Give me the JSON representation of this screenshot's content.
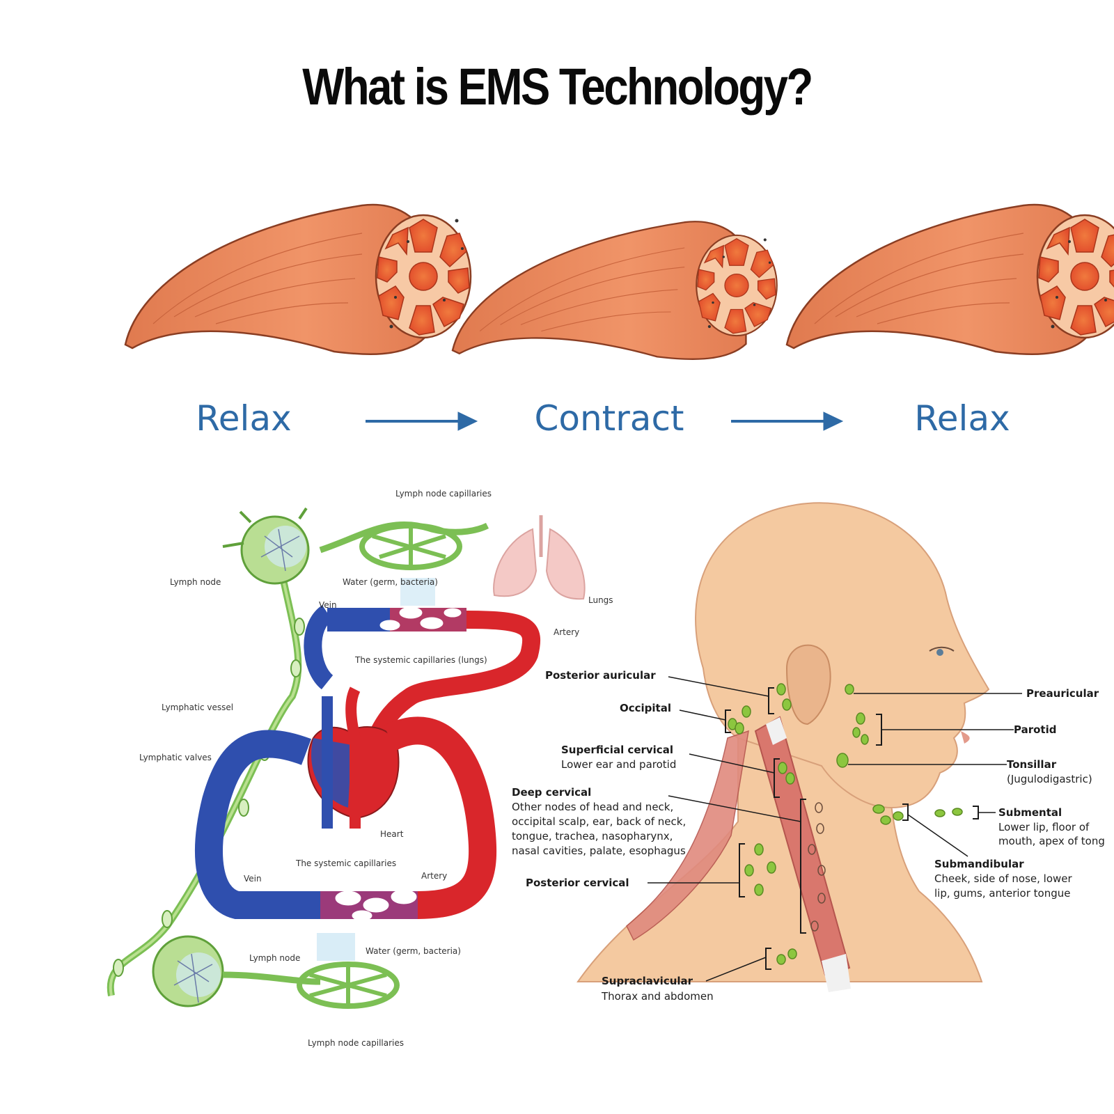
{
  "title": "What is EMS Technology?",
  "stages": [
    {
      "label": "Relax"
    },
    {
      "label": "Contract"
    },
    {
      "label": "Relax"
    }
  ],
  "colors": {
    "muscle": "#e98a5f",
    "muscle_light": "#f3a57e",
    "fiber": "#e8592f",
    "arrow": "#2e6aa6",
    "lymph_green": "#7cbf54",
    "vein_blue": "#2f4fae",
    "artery_red": "#d9262b",
    "node_green": "#8cc63f",
    "skin": "#f4c9a0"
  },
  "circulation": {
    "lymph_node_capillaries_top": "Lymph node capillaries",
    "lymph_node_top": "Lymph node",
    "water_top": "Water (germ, bacteria)",
    "vein_top": "Vein",
    "lungs": "Lungs",
    "artery_top": "Artery",
    "systemic_capillaries_lungs": "The systemic capillaries (lungs)",
    "lymphatic_vessel": "Lymphatic vessel",
    "lymphatic_valves": "Lymphatic valves",
    "heart": "Heart",
    "systemic_capillaries": "The systemic capillaries",
    "vein_bottom": "Vein",
    "artery_bottom": "Artery",
    "lymph_node_bottom": "Lymph node",
    "water_bottom": "Water (germ, bacteria)",
    "lymph_node_capillaries_bottom": "Lymph node capillaries"
  },
  "head_nodes": {
    "posterior_auricular": "Posterior auricular",
    "occipital": "Occipital",
    "superficial_cervical": "Superficial cervical",
    "superficial_cervical_desc": "Lower ear and parotid",
    "deep_cervical": "Deep cervical",
    "deep_cervical_desc": [
      "Other nodes of head and neck,",
      "occipital scalp, ear, back of neck,",
      "tongue, trachea, nasopharynx,",
      "nasal cavities, palate, esophagus"
    ],
    "posterior_cervical": "Posterior cervical",
    "supraclavicular": "Supraclavicular",
    "supraclavicular_desc": "Thorax and abdomen",
    "preauricular": "Preauricular",
    "parotid": "Parotid",
    "tonsillar": "Tonsillar",
    "tonsillar_desc": "(Jugulodigastric)",
    "submental": "Submental",
    "submental_desc": [
      "Lower lip, floor of",
      "mouth, apex of tong"
    ],
    "submandibular": "Submandibular",
    "submandibular_desc": [
      "Cheek, side of nose, lower",
      "lip, gums, anterior tongue"
    ]
  }
}
